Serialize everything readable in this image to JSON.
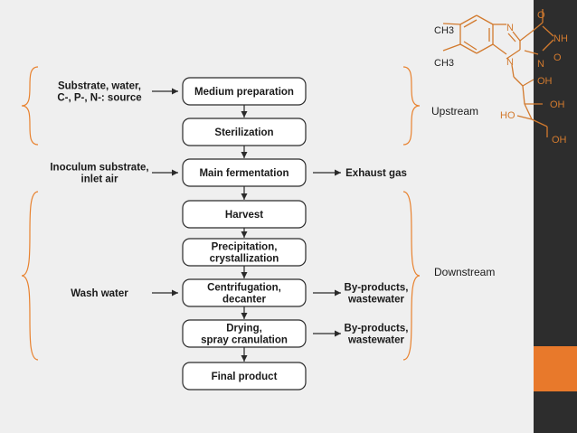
{
  "diagram": {
    "steps": [
      [
        "Medium preparation"
      ],
      [
        "Sterilization"
      ],
      [
        "Main fermentation"
      ],
      [
        "Harvest"
      ],
      [
        "Precipitation,",
        "crystallization"
      ],
      [
        "Centrifugation,",
        "decanter"
      ],
      [
        "Drying,",
        "spray cranulation"
      ],
      [
        "Final product"
      ]
    ],
    "inputs": [
      {
        "step": 0,
        "lines": [
          "Substrate, water,",
          "C-, P-, N-: source"
        ]
      },
      {
        "step": 2,
        "lines": [
          "Inoculum substrate,",
          "inlet air"
        ]
      },
      {
        "step": 5,
        "lines": [
          "Wash water"
        ]
      }
    ],
    "outputs": [
      {
        "step": 2,
        "lines": [
          "Exhaust gas"
        ]
      },
      {
        "step": 5,
        "lines": [
          "By-products,",
          "wastewater"
        ]
      },
      {
        "step": 6,
        "lines": [
          "By-products,",
          "wastewater"
        ]
      }
    ],
    "sections": {
      "upstream": "Upstream",
      "downstream": "Downstream"
    }
  },
  "molecule": {
    "labels": [
      "CH3",
      "CH3",
      "N",
      "N",
      "N",
      "NH",
      "O",
      "O",
      "OH",
      "OH",
      "HO",
      "OH"
    ]
  },
  "colors": {
    "accent": "#e8792b",
    "sidebar": "#2d2d2d",
    "background": "#efefef"
  }
}
